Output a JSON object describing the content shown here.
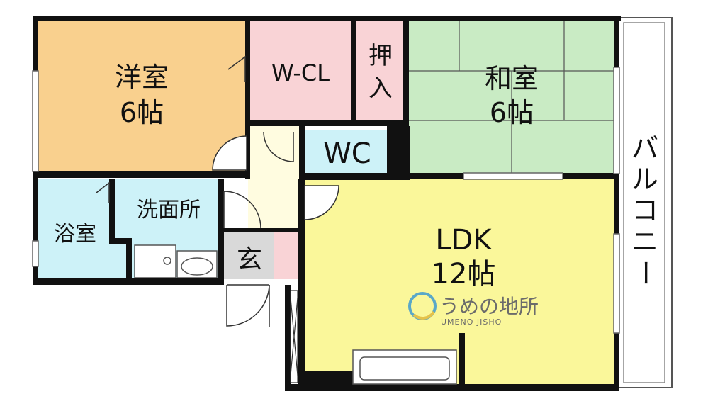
{
  "rooms": {
    "western_room": {
      "name": "洋室",
      "size": "6帖",
      "color": "#F9D08E"
    },
    "walk_in_closet": {
      "name": "W-CL",
      "color": "#F9D3D6"
    },
    "storage": {
      "name": "押入",
      "color": "#F9D3D6"
    },
    "japanese_room": {
      "name": "和室",
      "size": "6帖",
      "color": "#C9EBC4"
    },
    "toilet": {
      "name": "WC",
      "color": "#CDF2F8"
    },
    "bathroom": {
      "name": "浴室",
      "color": "#CDF2F8"
    },
    "washroom": {
      "name": "洗面所",
      "color": "#CDF2F8"
    },
    "entrance": {
      "name": "玄",
      "color": "#D9D9D9"
    },
    "ldk": {
      "name": "LDK",
      "size": "12帖",
      "color": "#FAF79A"
    },
    "balcony": {
      "name": "バルコニー"
    }
  },
  "colors": {
    "wall": "#111111",
    "hall": "#FFFCE0",
    "pink_strip": "#F9D3D6"
  },
  "logo": {
    "text": "うめの地所",
    "subtext": "UMENO JISHO"
  }
}
